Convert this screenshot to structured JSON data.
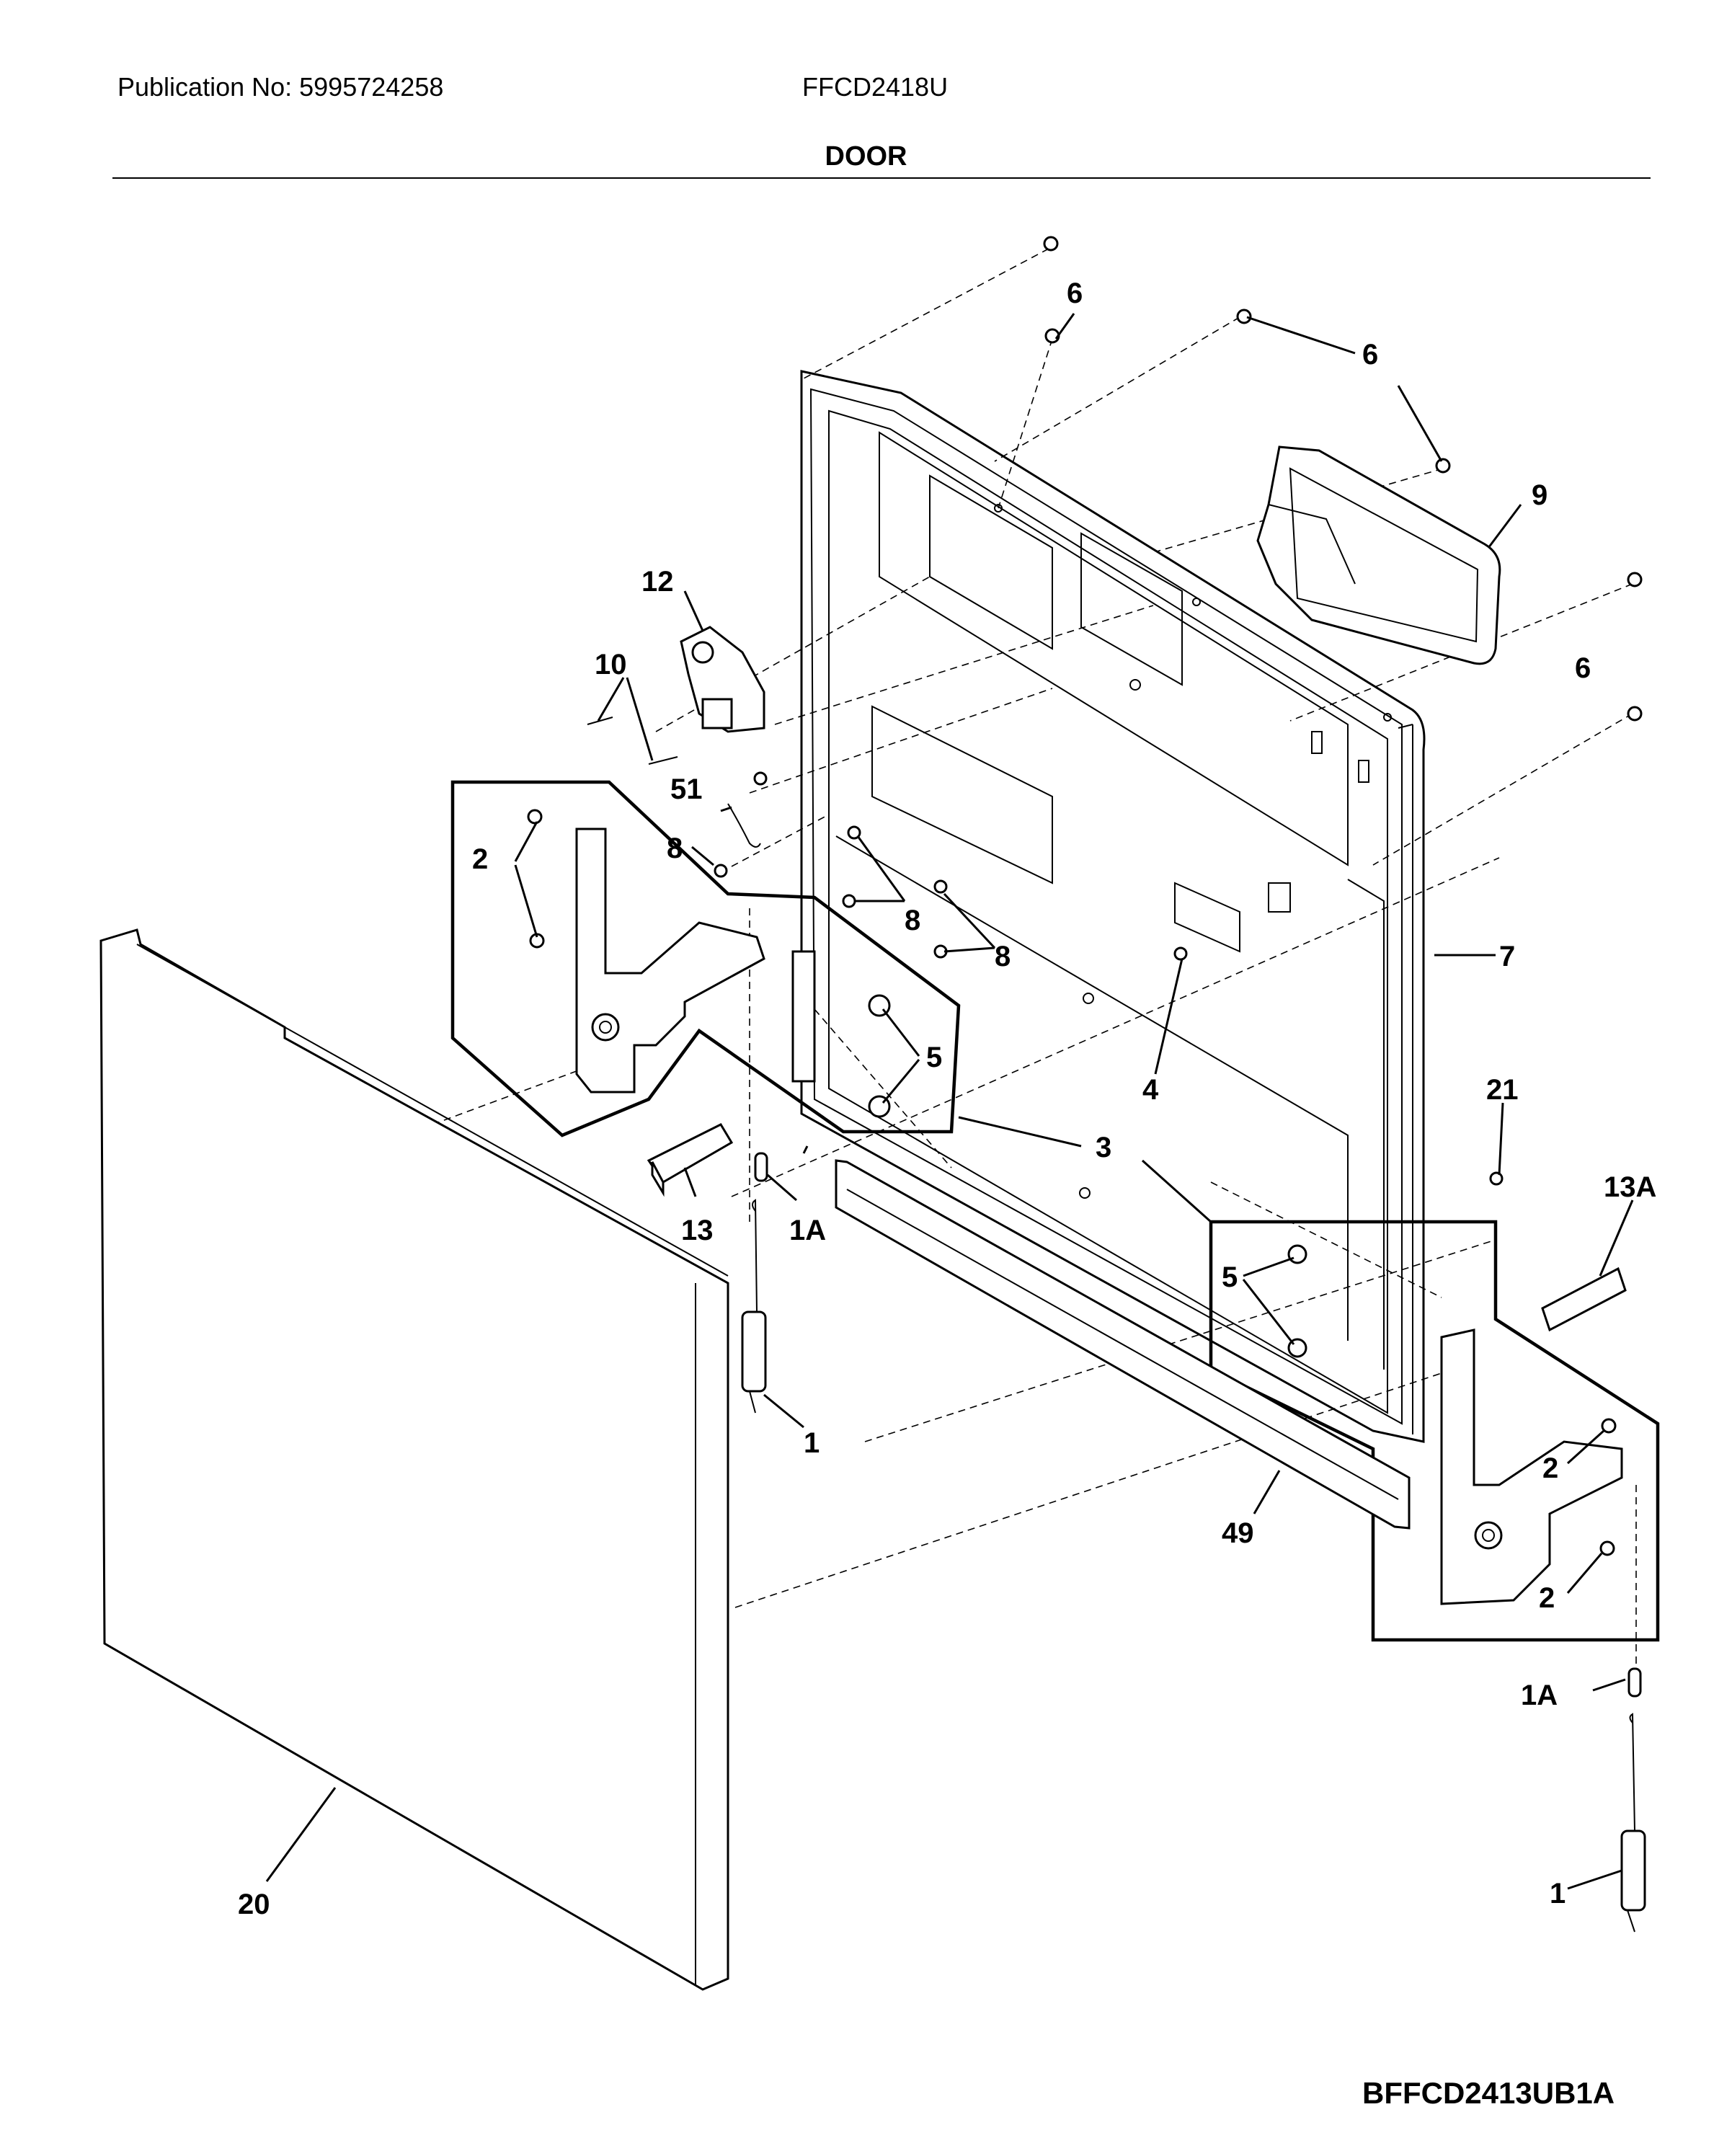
{
  "header": {
    "publication": "Publication No: 5995724258",
    "model": "FFCD2418U",
    "section": "DOOR"
  },
  "figure_code": "BFFCD2413UB1A",
  "callouts": {
    "c6a": "6",
    "c6b": "6",
    "c6c": "6",
    "c9": "9",
    "c12": "12",
    "c10": "10",
    "c51": "51",
    "c8a": "8",
    "c8b": "8",
    "c8c": "8",
    "c2a": "2",
    "c5a": "5",
    "c7": "7",
    "c4": "4",
    "c21": "21",
    "c3": "3",
    "c13": "13",
    "c1a": "1A",
    "c13a": "13A",
    "c5b": "5",
    "c1": "1",
    "c2b": "2",
    "c2c": "2",
    "c49": "49",
    "c1a2": "1A",
    "c1b": "1",
    "c20": "20"
  }
}
